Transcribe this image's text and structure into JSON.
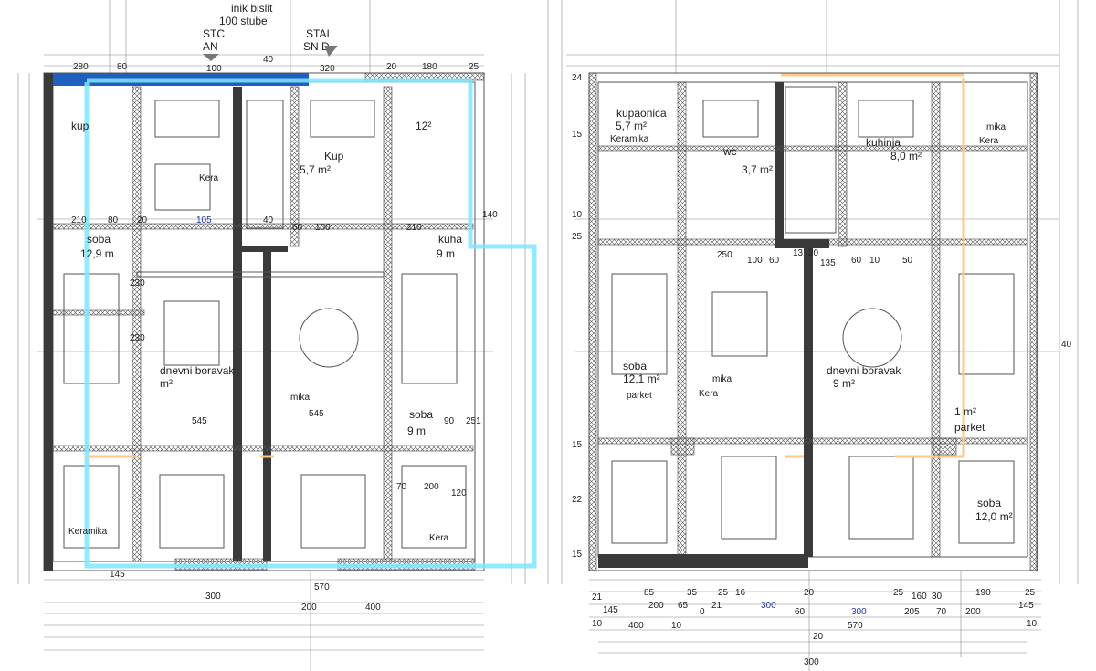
{
  "drawing": {
    "top_notes": [
      "inik bislit",
      "100 stube",
      "STC",
      "AN",
      "STAI",
      "SN D"
    ],
    "left_plan": {
      "rooms": [
        {
          "name": "kup",
          "area": "12²"
        },
        {
          "name": "Kup",
          "area": "5,7 m²"
        },
        {
          "name": "kuha",
          "area": "9 m"
        },
        {
          "name": "soba",
          "area": "12,9 m"
        },
        {
          "name": "dnevni boravak",
          "area": "m²"
        },
        {
          "name": "soba",
          "area": "9 m"
        }
      ],
      "materials": [
        "Kera",
        "mika",
        "Keramika",
        "Kera"
      ],
      "dimensions_top": [
        "280",
        "80",
        "40",
        "20",
        "180",
        "25",
        "100",
        "320"
      ],
      "dimensions_mid": [
        "210",
        "80",
        "20",
        "105",
        "40",
        "60",
        "100",
        "210",
        "140"
      ],
      "dimensions_inner": [
        "545",
        "545",
        "230",
        "230",
        "200",
        "120",
        "70",
        "90",
        "251"
      ],
      "dimensions_bottom": [
        "145",
        "300",
        "200",
        "400",
        "570"
      ]
    },
    "right_plan": {
      "rooms": [
        {
          "name": "kupaonica",
          "area": "5,7 m²"
        },
        {
          "name": "wc",
          "area": "3,7 m²"
        },
        {
          "name": "kuhinja",
          "area": "8,0 m²"
        },
        {
          "name": "soba",
          "area": "12,1 m²"
        },
        {
          "name": "dnevni boravak",
          "area": "9 m²"
        },
        {
          "name": "soba",
          "area": "12,0 m²"
        },
        {
          "name": "parket",
          "area": "1 m²"
        }
      ],
      "materials": [
        "Keramika",
        "Kera",
        "mika",
        "Kera",
        "mika",
        "parket"
      ],
      "dimensions_mid": [
        "250",
        "100",
        "60",
        "13",
        "20",
        "60",
        "10",
        "50",
        "135"
      ],
      "dimensions_bottom_1": [
        "21",
        "85",
        "35",
        "25",
        "16",
        "20",
        "25",
        "160",
        "30",
        "190",
        "25"
      ],
      "dimensions_bottom_2": [
        "145",
        "200",
        "65",
        "0",
        "21",
        "300",
        "60",
        "300",
        "205",
        "70",
        "200",
        "145"
      ],
      "dimensions_bottom_3": [
        "10",
        "400",
        "10",
        "570",
        "10"
      ],
      "dimensions_total": [
        "20",
        "300"
      ],
      "dimensions_side": [
        "24",
        "15",
        "10",
        "25",
        "40",
        "15",
        "22",
        "15"
      ]
    },
    "colors": {
      "wall": "#3a3a3a",
      "outline_cyan": "#7fe6ff",
      "outline_orange": "#ffc98a",
      "blue_band": "#1f5fbf",
      "dimension_blue": "#2233aa"
    }
  }
}
